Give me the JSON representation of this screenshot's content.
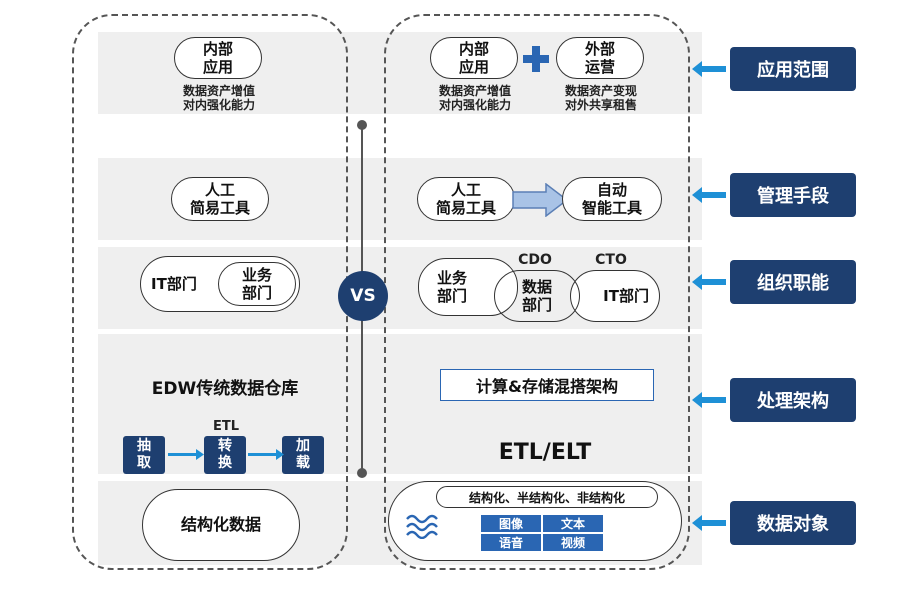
{
  "left": {
    "app_box": "内部\n应用",
    "app_desc": "数据资产增值\n对内强化能力",
    "tool_box": "人工\n简易工具",
    "org_outer": "IT部门",
    "org_inner": "业务\n部门",
    "edw_title": "EDW传统数据仓库",
    "etl_label": "ETL",
    "etl_steps": [
      "抽\n取",
      "转\n换",
      "加\n载"
    ],
    "data_box": "结构化数据"
  },
  "center": {
    "vs": "VS"
  },
  "right": {
    "app_box1": "内部\n应用",
    "app_desc1": "数据资产增值\n对内强化能力",
    "app_box2": "外部\n运营",
    "app_desc2": "数据资产变现\n对外共享租售",
    "tool_box1": "人工\n简易工具",
    "tool_box2": "自动\n智能工具",
    "org_cdo": "CDO",
    "org_cto": "CTO",
    "org_box1": "业务\n部门",
    "org_box2": "数据\n部门",
    "org_box3": "IT部门",
    "arch_box": "计算&存储混搭架构",
    "etl_title": "ETL/ELT",
    "data_types": "结构化、半结构化、非结构化",
    "media": [
      "图像",
      "文本",
      "语音",
      "视频"
    ]
  },
  "labels": [
    "应用范围",
    "管理手段",
    "组织职能",
    "处理架构",
    "数据对象"
  ],
  "colors": {
    "navy": "#1e3f70",
    "arrow": "#1e90d6",
    "band": "#efefef"
  }
}
